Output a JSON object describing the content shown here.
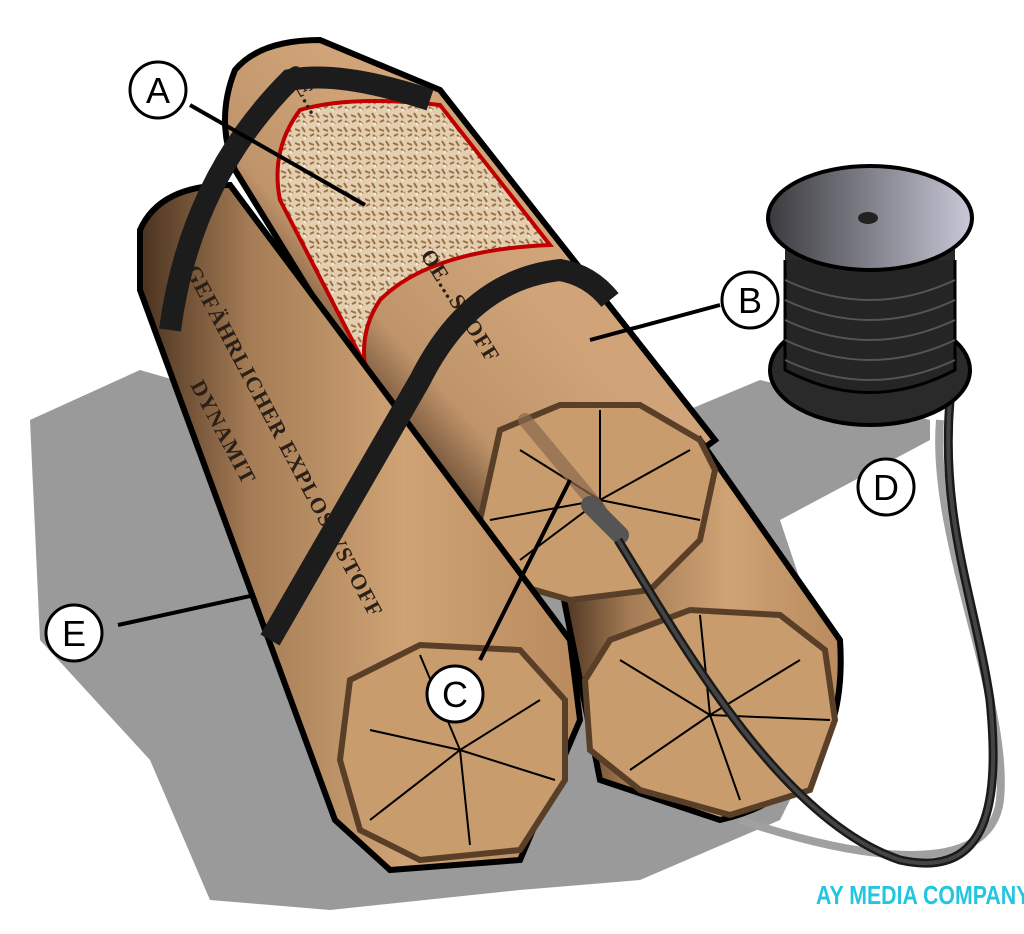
{
  "labels": {
    "a": "A",
    "b": "B",
    "c": "C",
    "d": "D",
    "e": "E"
  },
  "stick_text": {
    "top_stick": "GE...",
    "top_stick_end": "OE...STOFF",
    "left_line1": "GEFÄHRLICHER EXPLOSIVSTOFF",
    "left_line2": "DYNAMIT"
  },
  "watermark": "AY MEDIA COMPANY",
  "colors": {
    "stick": "#c99c6e",
    "stick_dark": "#5a3f28",
    "band": "#1c1c1c",
    "cutaway_outline": "#c00000",
    "shadow": "#9a9a9a",
    "watermark": "#22c6de"
  }
}
